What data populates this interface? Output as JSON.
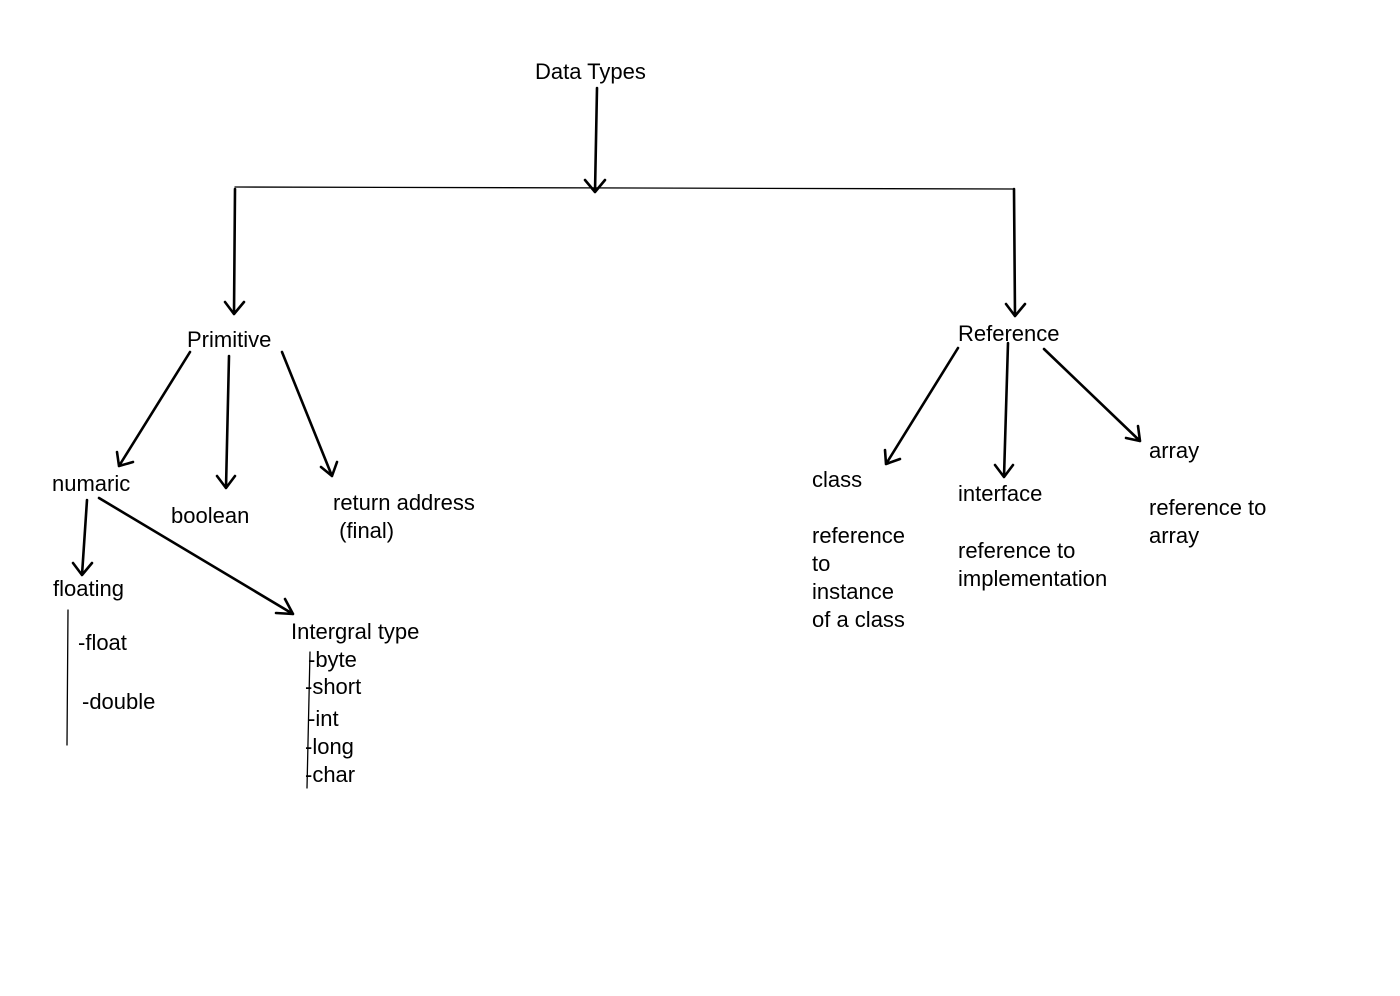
{
  "diagram": {
    "root": "Data Types",
    "primitive": {
      "label": "Primitive",
      "numeric": {
        "label": "numaric",
        "floating": {
          "label": "floating",
          "items": [
            "-float",
            "-double"
          ]
        },
        "integral": {
          "label": "Intergral type",
          "items": [
            "-byte",
            "-short",
            "-int",
            "-long",
            "-char"
          ]
        }
      },
      "boolean": "boolean",
      "return_address": {
        "line1": "return address",
        "line2": " (final)"
      }
    },
    "reference": {
      "label": "Reference",
      "class": {
        "label": "class",
        "desc": [
          "reference",
          "to",
          "instance",
          "of a class"
        ]
      },
      "interface": {
        "label": "interface",
        "desc": [
          "reference to",
          "implementation"
        ]
      },
      "array": {
        "label": "array",
        "desc": [
          "reference to",
          "array"
        ]
      }
    }
  }
}
